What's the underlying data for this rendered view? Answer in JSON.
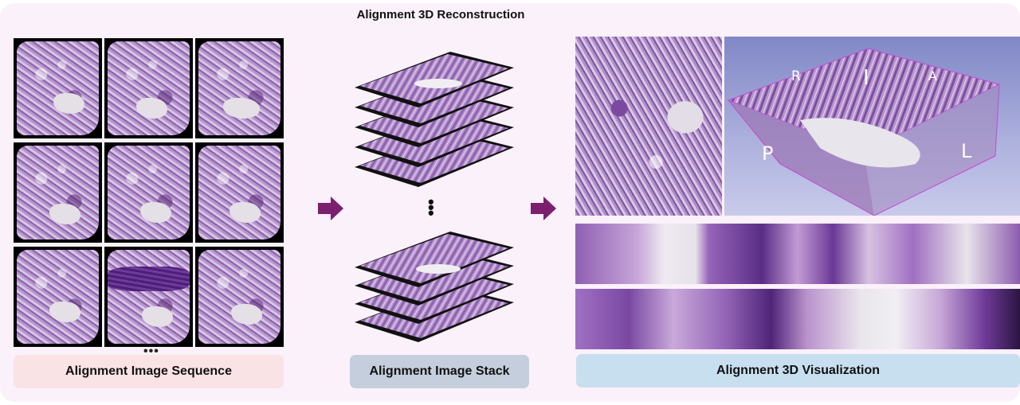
{
  "title": "Alignment 3D Reconstruction",
  "sections": {
    "sequence": {
      "label": "Alignment Image Sequence",
      "ellipsis": "•••"
    },
    "stack": {
      "label": "Alignment Image Stack",
      "dots": "⋮"
    },
    "visualization": {
      "label": "Alignment 3D Visualization"
    }
  },
  "viewer_axes": {
    "R": "R",
    "I": "I",
    "A": "A",
    "P": "P",
    "L": "L"
  },
  "colors": {
    "panel": "#fbf1fa",
    "arrow": "#7b1f6e",
    "seq_label_bg": "#fae3e4",
    "stack_label_bg": "#c5cedd",
    "viz_label_bg": "#c8dff0",
    "viewer_bg": "#8f96d0"
  }
}
